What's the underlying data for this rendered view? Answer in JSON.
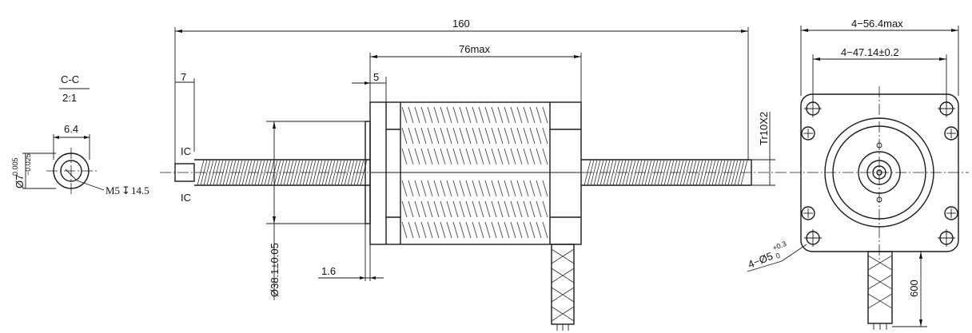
{
  "section": {
    "name": "C-C",
    "scale": "2:1"
  },
  "dimensions": {
    "total_length": "160",
    "body_length": "76max",
    "end_offset": "7",
    "flange_thickness": "5",
    "shaft_width": "6.4",
    "shaft_diameter_tol_top": "0.005",
    "shaft_diameter_tol_bottom": "0.025",
    "shaft_diameter_base": "7",
    "thread_note": "M5",
    "thread_depth": "14.5",
    "pilot_diameter": "Ø38.1±0.05",
    "pilot_depth": "1.6",
    "screw_spec": "Tr10X2",
    "square_size": "4−56.4max",
    "hole_spacing": "4−47.14±0.2",
    "mount_holes": "4−Ø5",
    "mount_hole_tol_plus": "+0.3",
    "mount_hole_tol_zero": "0",
    "lead_length": "600"
  },
  "labels": {
    "ic_top": "IC",
    "ic_bottom": "IC"
  }
}
